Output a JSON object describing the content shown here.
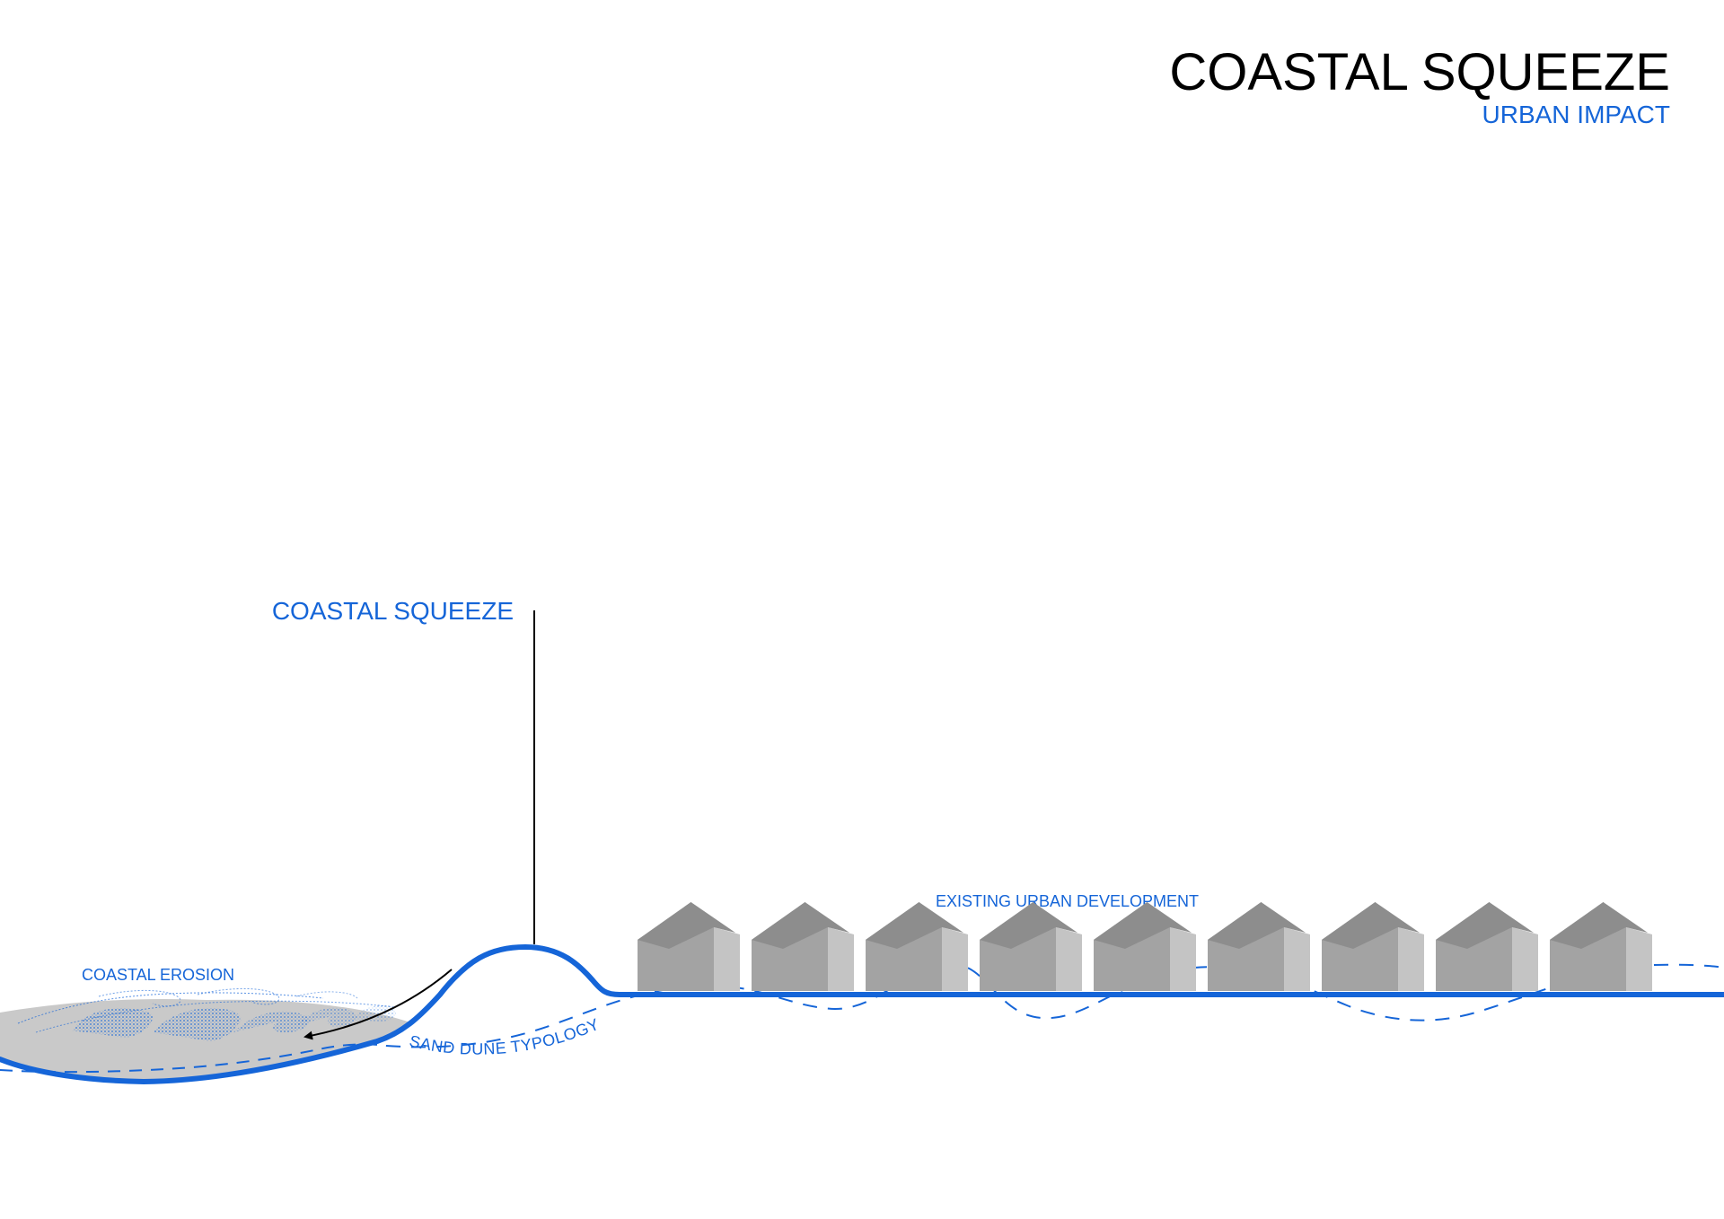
{
  "header": {
    "title": "COASTAL SQUEEZE",
    "subtitle": "URBAN IMPACT"
  },
  "labels": {
    "squeeze": "COASTAL SQUEEZE",
    "erosion": "COASTAL EROSION",
    "dune": "SAND DUNE TYPOLOGY",
    "urban": "EXISTING URBAN DEVELOPMENT"
  },
  "houses": {
    "count": 9
  },
  "colors": {
    "accent": "#1565d8",
    "ink": "#000000",
    "house_front": "#a3a3a3",
    "house_side": "#c4c4c4",
    "house_roof": "#8d8d8d",
    "sea": "#c9c9c9"
  },
  "icons": [
    "erosion-arrow-icon",
    "wave-hatching-icon"
  ]
}
